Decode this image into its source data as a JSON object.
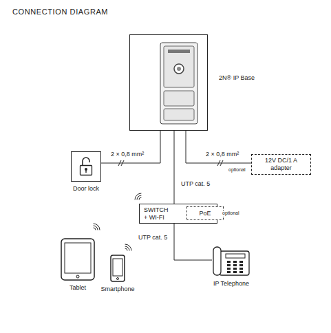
{
  "diagram": {
    "title": "CONNECTION DIAGRAM",
    "nodes": [
      {
        "text": [
          "2N® IP Base"
        ]
      },
      {
        "text": [
          "Door lock"
        ]
      },
      {
        "text": [
          "12V DC/1 A adapter"
        ]
      },
      {
        "text": [
          "SWITCH + WI-FI"
        ]
      },
      {
        "text": [
          "PoE"
        ],
        "in": 3
      },
      {
        "text": [
          "Tablet"
        ]
      },
      {
        "text": [
          "Smartphone"
        ]
      },
      {
        "text": [
          "IP Telephone"
        ]
      }
    ],
    "edges": [
      {
        "from": 0,
        "to": 1,
        "arrow": "none",
        "label": "2 × 0,8 mm²"
      },
      {
        "from": 0,
        "to": 2,
        "arrow": "none",
        "label": "2 × 0,8 mm²"
      },
      {
        "from": 0,
        "to": 3,
        "arrow": "none",
        "label": "UTP cat. 5"
      },
      {
        "from": 3,
        "to": 7,
        "arrow": "none",
        "label": "UTP cat. 5"
      }
    ],
    "labels": [
      "optional",
      "optional"
    ]
  }
}
